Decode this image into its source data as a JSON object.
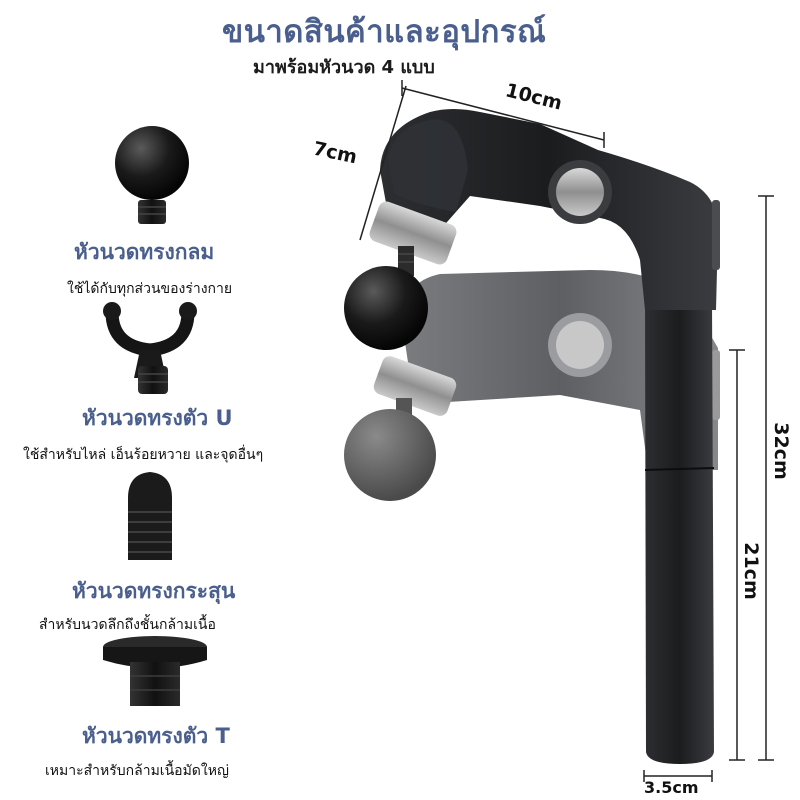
{
  "header": {
    "title": "ขนาดสินค้าและอุปกรณ์",
    "subtitle": "มาพร้อมหัวนวด 4 แบบ"
  },
  "heads": [
    {
      "label": "หัวนวดทรงกลม",
      "desc": "ใช้ได้กับทุกส่วนของร่างกาย",
      "icon": "ball-head-icon"
    },
    {
      "label": "หัวนวดทรงตัว U",
      "desc": "ใช้สำหรับไหล่ เอ็นร้อยหวาย และจุดอื่นๆ",
      "icon": "u-fork-head-icon"
    },
    {
      "label": "หัวนวดทรงกระสุน",
      "desc": "สำหรับนวดลึกถึงชั้นกล้ามเนื้อ",
      "icon": "bullet-head-icon"
    },
    {
      "label": "หัวนวดทรงตัว T",
      "desc": "เหมาะสำหรับกล้ามเนื้อมัดใหญ่",
      "icon": "t-flat-head-icon"
    }
  ],
  "dimensions": {
    "head_length": "10cm",
    "head_width": "7cm",
    "total_height": "32cm",
    "handle_height": "21cm",
    "handle_width": "3.5cm"
  },
  "colors": {
    "accent": "#4a5f8d",
    "device_dark": "#1f2124",
    "device_gray": "#6e7074"
  }
}
